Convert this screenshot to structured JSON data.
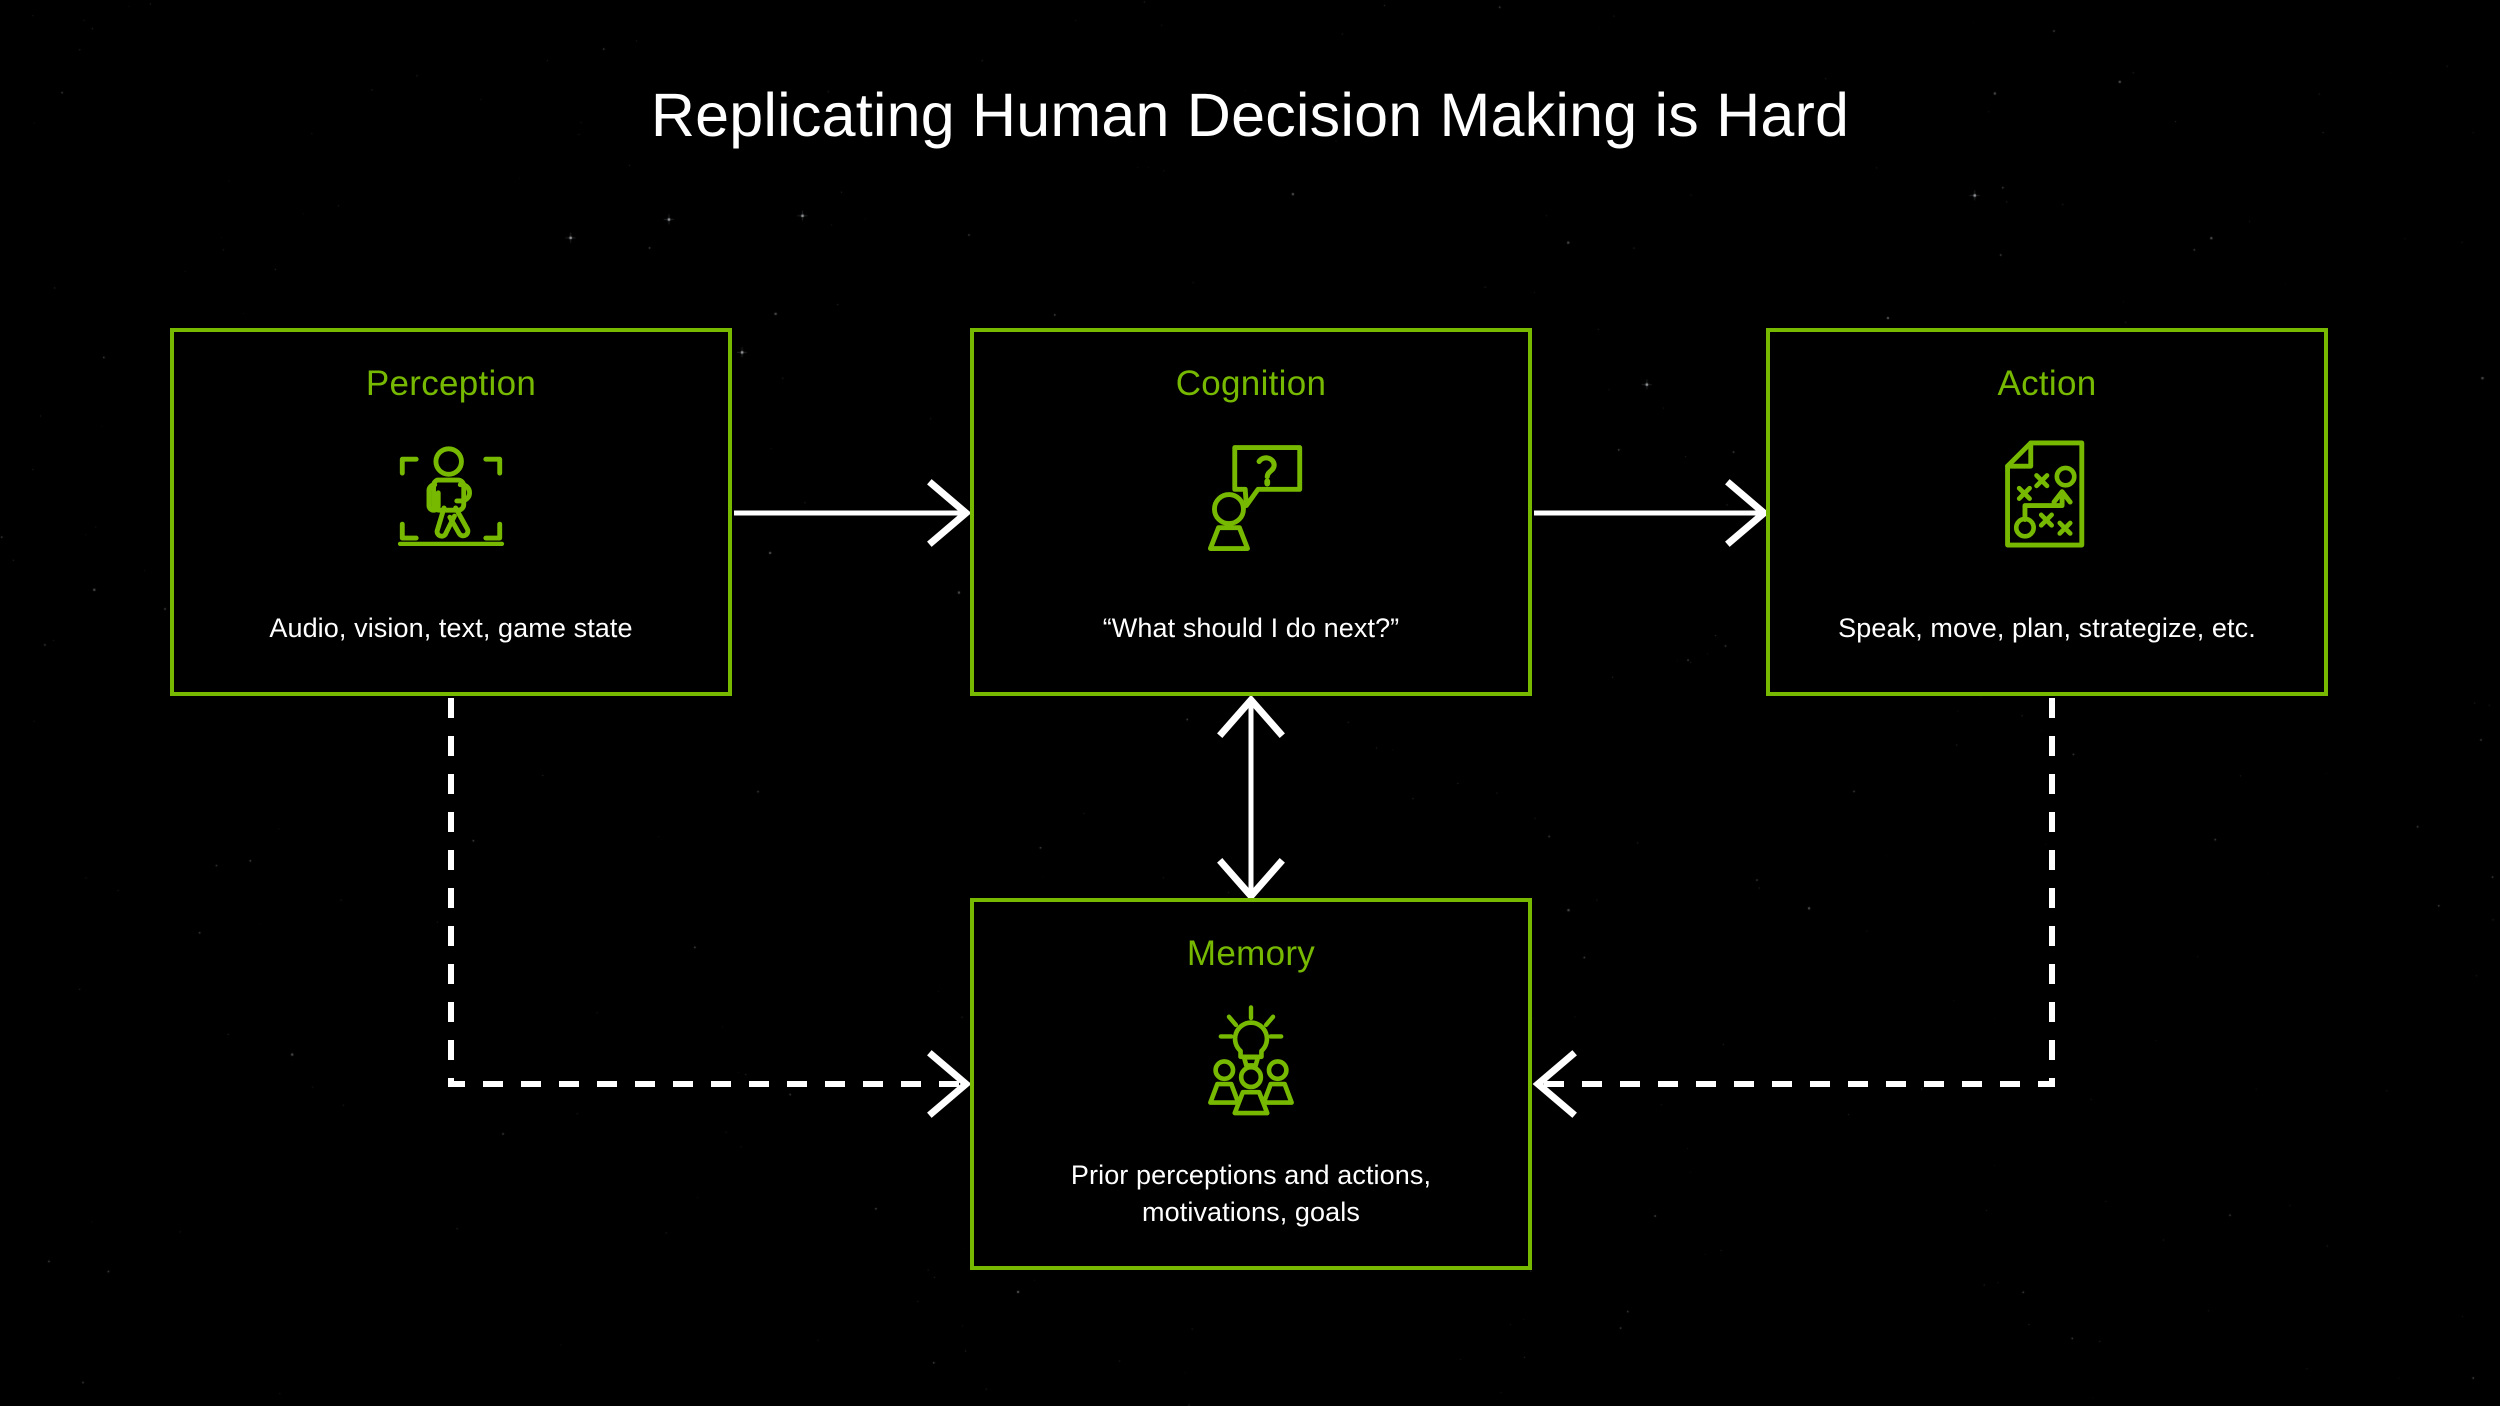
{
  "slide": {
    "title": "Replicating Human Decision Making is Hard",
    "background_color": "#000000",
    "accent_color": "#76b900",
    "text_color": "#ffffff"
  },
  "nodes": [
    {
      "id": "perception",
      "title": "Perception",
      "caption": "Audio, vision, text, game state",
      "icon": "person-in-viewfinder-icon"
    },
    {
      "id": "cognition",
      "title": "Cognition",
      "caption": "“What should I do next?”",
      "icon": "person-question-bubble-icon"
    },
    {
      "id": "action",
      "title": "Action",
      "caption": "Speak, move, plan, strategize, etc.",
      "icon": "strategy-playbook-icon"
    },
    {
      "id": "memory",
      "title": "Memory",
      "caption_line1": "Prior perceptions and actions,",
      "caption_line2": "motivations, goals",
      "icon": "lightbulb-over-people-icon"
    }
  ],
  "connectors": [
    {
      "name": "perception-to-cognition",
      "style": "solid",
      "direction": "right"
    },
    {
      "name": "cognition-to-action",
      "style": "solid",
      "direction": "right"
    },
    {
      "name": "cognition-memory",
      "style": "solid",
      "direction": "both-vertical"
    },
    {
      "name": "perception-to-memory",
      "style": "dashed",
      "direction": "down-then-right"
    },
    {
      "name": "action-to-memory",
      "style": "dashed",
      "direction": "down-then-left"
    }
  ]
}
